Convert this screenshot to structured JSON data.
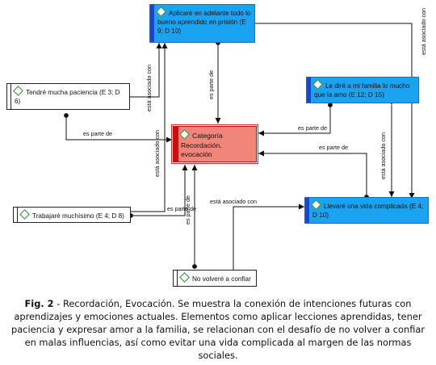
{
  "nodes": {
    "aplicare": "Aplicaré en adelante todo lo bueno aprendido en prisión (E 9; D 10)",
    "paciencia": "Tendré mucha paciencia (E 3; D 6)",
    "categoria": "Categoría Recordación, evocación",
    "familia": "Le diré a mi familia lo mucho que la amo (E 12; D 15)",
    "trabajare": "Trabajaré muchísimo (E 4; D 8)",
    "vida": "Llevaré una vida complicada (E 4; D 10)",
    "novolvere": "No volveré a confiar"
  },
  "edges": {
    "asociado": "está asociado con",
    "parte": "es parte de"
  },
  "caption": {
    "label": "Fig. 2",
    "text": " - Recordación, Evocación. Se muestra la conexión de intenciones futuras con aprendizajes y emociones actuales. Elementos como aplicar lecciones aprendidas, tener paciencia y expresar amor a la familia, se relacionan con el desafío de no volver a confiar en malas influencias, así como evitar una vida complicada al margen de las normas sociales."
  }
}
